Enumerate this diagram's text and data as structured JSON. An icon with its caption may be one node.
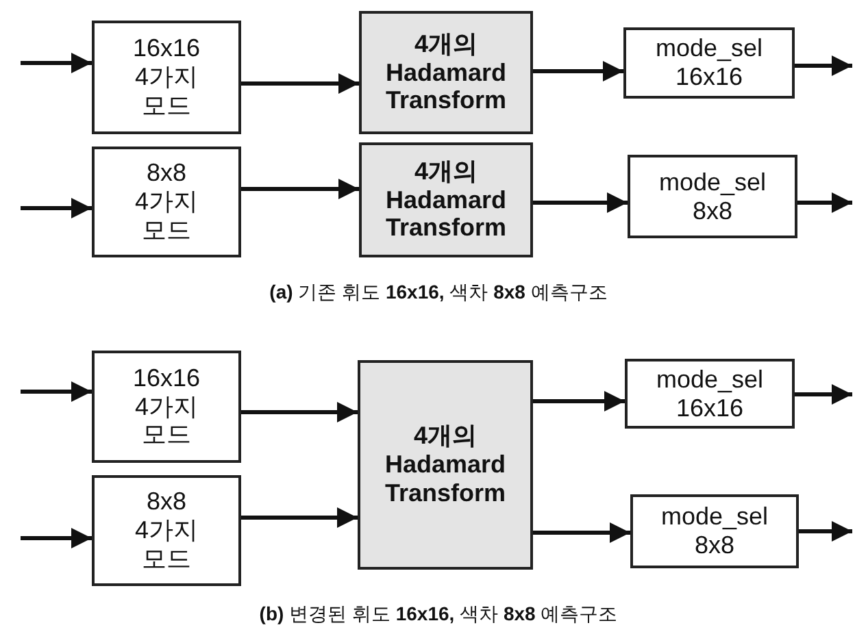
{
  "diagram": {
    "nodes": [
      {
        "text": [
          "16x16 4가지 모드"
        ]
      },
      {
        "text": [
          "8x8 4가지 모드"
        ]
      },
      {
        "text": [
          "4개의 Hadamard Transform"
        ]
      },
      {
        "text": [
          "4개의 Hadamard Transform"
        ]
      },
      {
        "text": [
          "mode_sel 16x16"
        ]
      },
      {
        "text": [
          "mode_sel 8x8"
        ]
      },
      {
        "text": [
          "16x16 4가지 모드"
        ]
      },
      {
        "text": [
          "8x8 4가지 모드"
        ]
      },
      {
        "text": [
          "4개의 Hadamard Transform"
        ]
      },
      {
        "text": [
          "mode_sel 16x16"
        ]
      },
      {
        "text": [
          "mode_sel 8x8"
        ]
      }
    ],
    "edges": [
      {
        "from": null,
        "to": 0,
        "arrow": "to"
      },
      {
        "from": 0,
        "to": 2,
        "arrow": "to"
      },
      {
        "from": 2,
        "to": 4,
        "arrow": "to"
      },
      {
        "from": 4,
        "to": null,
        "arrow": "to"
      },
      {
        "from": null,
        "to": 1,
        "arrow": "to"
      },
      {
        "from": 1,
        "to": 3,
        "arrow": "to"
      },
      {
        "from": 3,
        "to": 5,
        "arrow": "to"
      },
      {
        "from": 5,
        "to": null,
        "arrow": "to"
      },
      {
        "from": null,
        "to": 6,
        "arrow": "to"
      },
      {
        "from": 6,
        "to": 8,
        "arrow": "to"
      },
      {
        "from": 8,
        "to": 9,
        "arrow": "to"
      },
      {
        "from": 9,
        "to": null,
        "arrow": "to"
      },
      {
        "from": null,
        "to": 7,
        "arrow": "to"
      },
      {
        "from": 7,
        "to": 8,
        "arrow": "to"
      },
      {
        "from": 8,
        "to": 10,
        "arrow": "to"
      },
      {
        "from": 10,
        "to": null,
        "arrow": "to"
      }
    ],
    "labels": [
      "**(a)** 기존 휘도 **16x16,** 색차 **8x8** 예측구조",
      "**(b)** 변경된 휘도 **16x16,** 색차 **8x8** 예측구조"
    ]
  }
}
